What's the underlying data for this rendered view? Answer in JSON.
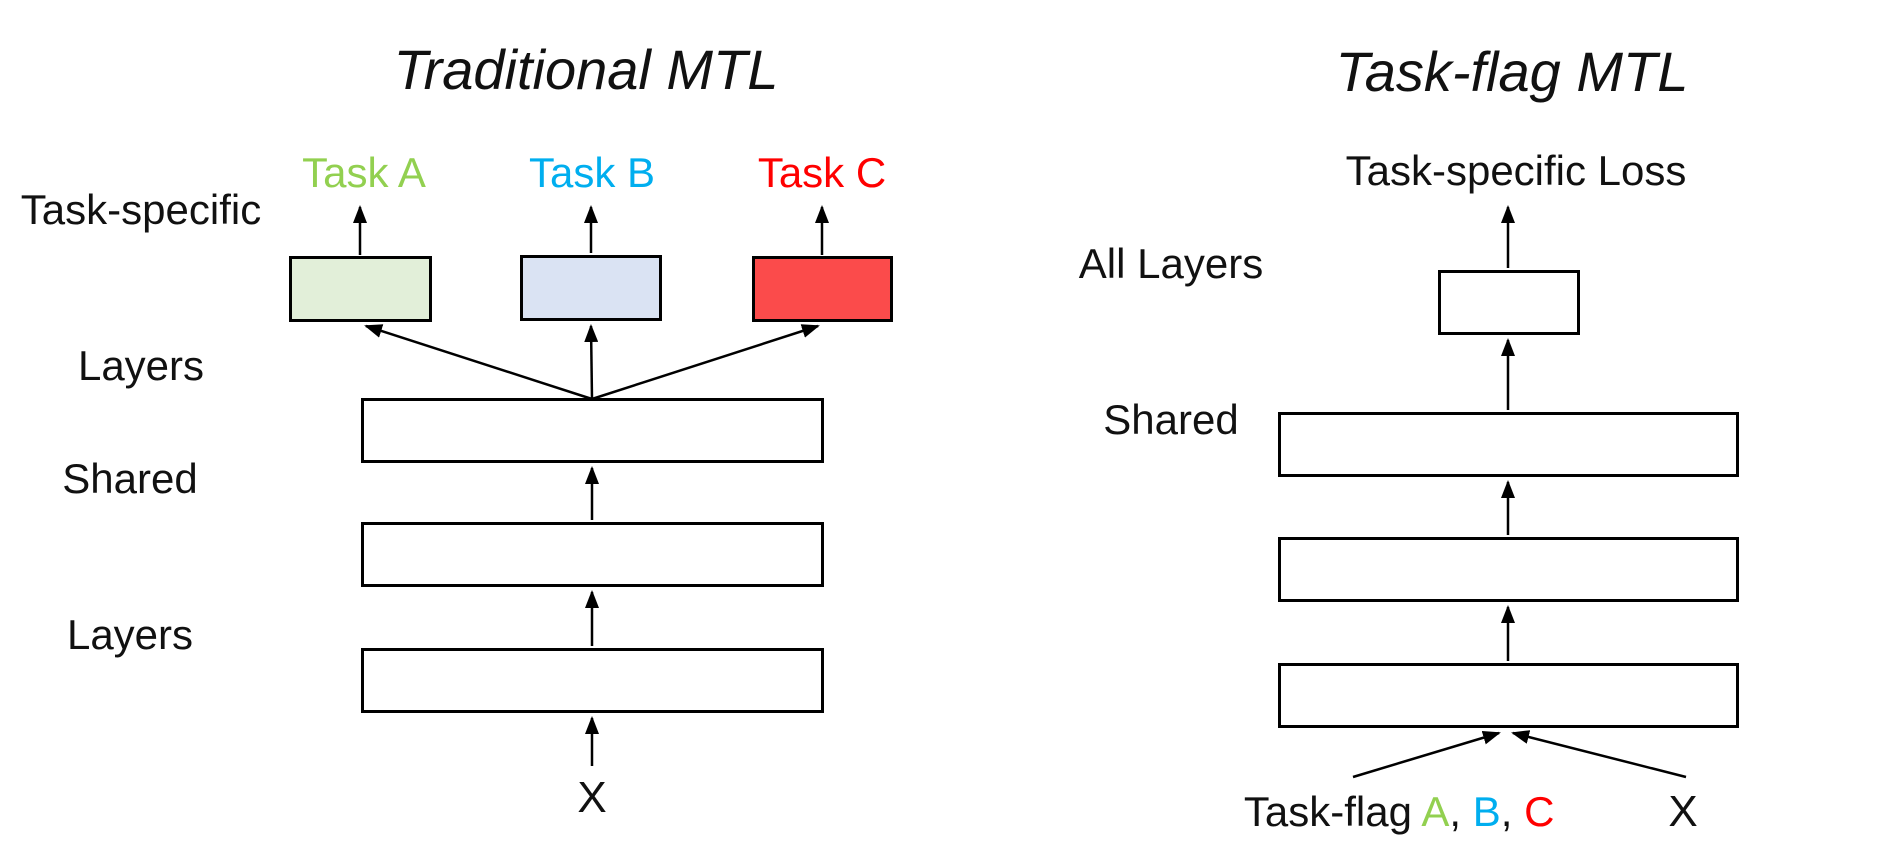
{
  "colors": {
    "task_a": "#92D050",
    "task_b": "#00AEEF",
    "task_c": "#FF0000",
    "box_a_fill": "#E2EFD9",
    "box_b_fill": "#DAE3F3",
    "box_c_fill": "#FB4B4B",
    "line": "#000000"
  },
  "left": {
    "title": "Traditional MTL",
    "task_a": "Task A",
    "task_b": "Task B",
    "task_c": "Task C",
    "task_specific_line1": "Task-specific",
    "task_specific_line2": "Layers",
    "shared_line1": "Shared",
    "shared_line2": "Layers",
    "input": "X"
  },
  "right": {
    "title": "Task-flag MTL",
    "loss_label": "Task-specific Loss",
    "side_line1": "All Layers",
    "side_line2": "Shared",
    "flag_prefix": "Task-flag ",
    "flag_a": "A",
    "flag_sep1": ", ",
    "flag_b": "B",
    "flag_sep2": ", ",
    "flag_c": "C",
    "input": "X"
  }
}
